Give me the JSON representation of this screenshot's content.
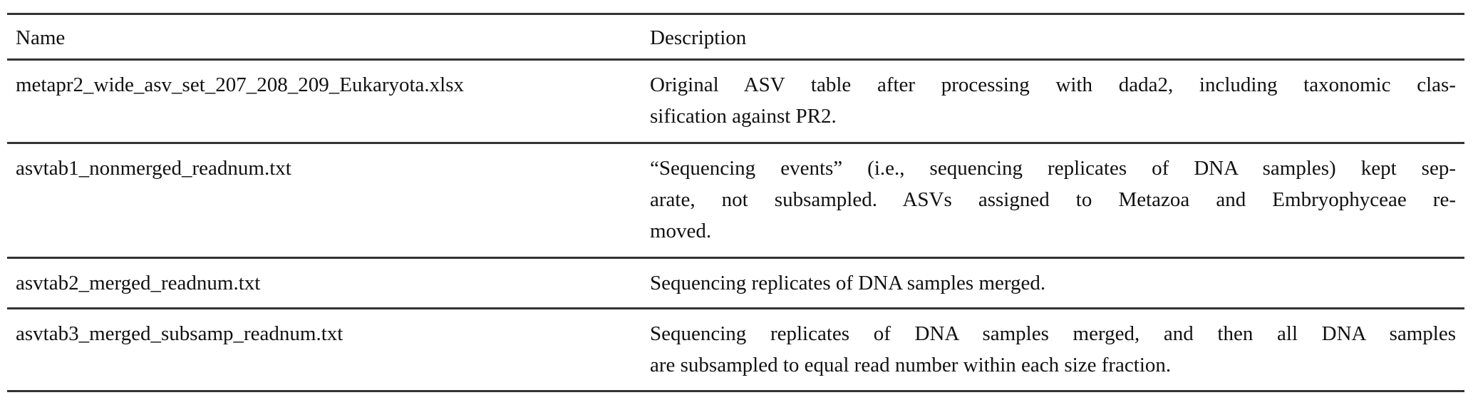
{
  "table": {
    "headers": [
      "Name",
      "Description"
    ],
    "rows": [
      {
        "name": "metapr2_wide_asv_set_207_208_209_Eukaryota.xlsx",
        "description_lines": [
          "Original ASV table after processing with dada2, including taxonomic clas-",
          "sification against PR2."
        ]
      },
      {
        "name": "asvtab1_nonmerged_readnum.txt",
        "description_lines": [
          "“Sequencing events” (i.e., sequencing replicates of DNA samples) kept sep-",
          "arate, not subsampled. ASVs assigned to Metazoa and Embryophyceae re-",
          "moved."
        ]
      },
      {
        "name": "asvtab2_merged_readnum.txt",
        "description_lines": [
          "Sequencing replicates of DNA samples merged."
        ]
      },
      {
        "name": "asvtab3_merged_subsamp_readnum.txt",
        "description_lines": [
          "Sequencing replicates of DNA samples merged, and then all DNA samples",
          "are subsampled to equal read number within each size fraction."
        ]
      }
    ]
  }
}
